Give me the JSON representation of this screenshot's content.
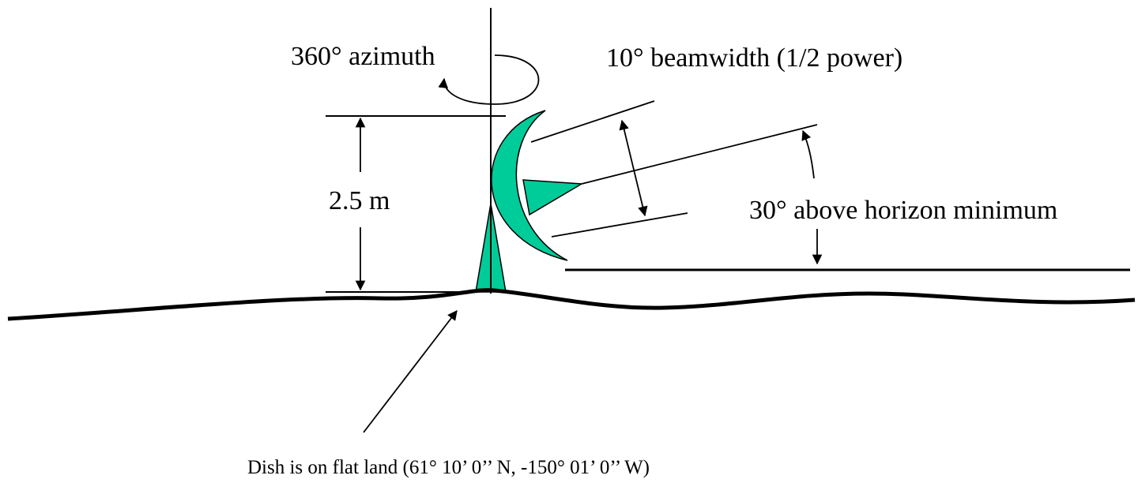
{
  "labels": {
    "azimuth": "360° azimuth",
    "beamwidth": "10° beamwidth (1/2 power)",
    "height": "2.5 m",
    "elevation": "30° above horizon minimum",
    "location": "Dish is on flat land (61° 10’ 0’’ N, -150° 01’ 0’’ W)"
  },
  "colors": {
    "dish_fill": "#00cc99",
    "line": "#000000",
    "background": "#ffffff"
  }
}
